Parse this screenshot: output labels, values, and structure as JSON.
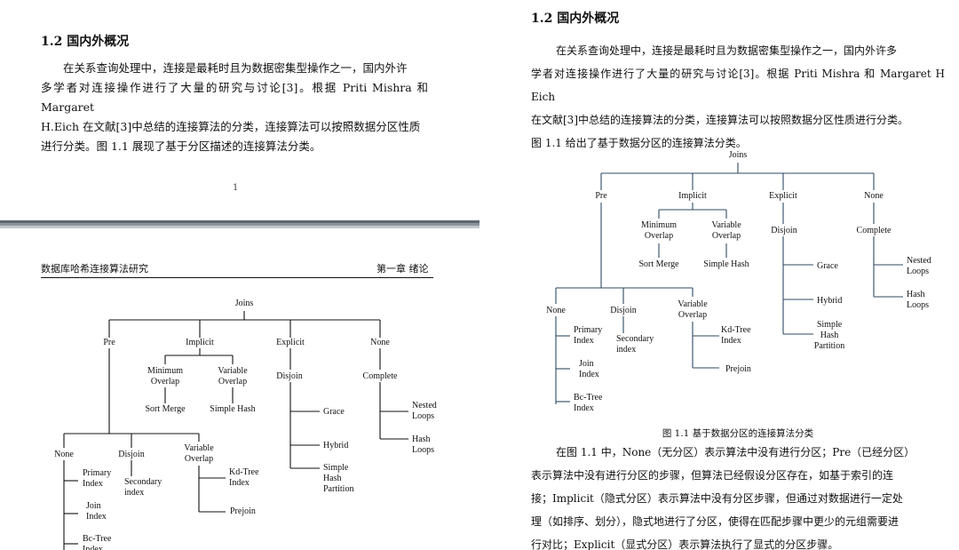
{
  "left": {
    "heading": "1.2  国内外概况",
    "para_lines": [
      "在关系查询处理中，连接是最耗时且为数据密集型操作之一，国内外许",
      "多学者对连接操作进行了大量的研究与讨论[3]。根据 Priti Mishra 和 Margaret",
      "H.Eich 在文献[3]中总结的连接算法的分类，连接算法可以按照数据分区性质",
      "进行分类。图 1.1 展现了基于分区描述的连接算法分类。"
    ],
    "page_number": "1",
    "running_head_left": "数据库哈希连接算法研究",
    "running_head_right": "第一章  绪论"
  },
  "right": {
    "heading": "1.2  国内外概况",
    "para_lines": [
      "在关系查询处理中，连接是最耗时且为数据密集型操作之一，国内外许多",
      "学者对连接操作进行了大量的研究与讨论[3]。根据 Priti Mishra 和 Margaret H Eich",
      "在文献[3]中总结的连接算法的分类，连接算法可以按照数据分区性质进行分类。",
      "图 1.1 给出了基于数据分区的连接算法分类。"
    ],
    "caption": "图 1.1  基于数据分区的连接算法分类",
    "para2_lines": [
      "在图 1.1 中，None（无分区）表示算法中没有进行分区；Pre（已经分区）",
      "表示算法中没有进行分区的步骤，但算法已经假设分区存在，如基于索引的连",
      "接；Implicit（隐式分区）表示算法中没有分区步骤，但通过对数据进行一定处",
      "理（如排序、划分），隐式地进行了分区，使得在匹配步骤中更少的元组需要进",
      "行对比；Explicit（显式分区）表示算法执行了显式的分区步骤。"
    ]
  },
  "tree": {
    "root": "Joins",
    "pre": "Pre",
    "implicit": "Implicit",
    "explicit": "Explicit",
    "none": "None",
    "minimum_overlap": [
      "Minimum",
      "Overlap"
    ],
    "variable_overlap": [
      "Variable",
      "Overlap"
    ],
    "sort_merge": "Sort Merge",
    "simple_hash": "Simple Hash",
    "disjoin": "Disjoin",
    "complete": "Complete",
    "grace": "Grace",
    "hybrid": "Hybrid",
    "simple_hash_partition": [
      "Simple",
      "Hash",
      "Partition"
    ],
    "nested_loops": [
      "Nested",
      "Loops"
    ],
    "hash_loops": [
      "Hash",
      "Loops"
    ],
    "pre_none": "None",
    "pre_disjoin": "Disjoin",
    "pre_variable_overlap": [
      "Variable",
      "Overlap"
    ],
    "primary_index": [
      "Primary",
      "Index"
    ],
    "join_index": [
      "Join",
      "Index"
    ],
    "bctree_index": [
      "Bc-Tree",
      "Index"
    ],
    "secondary_index": [
      "Secondary",
      "index"
    ],
    "kdtree_index": [
      "Kd-Tree",
      "Index"
    ],
    "prejoin": "Prejoin"
  },
  "colors": {
    "left_lines": "#111111",
    "right_lines": "#2f4a63",
    "citation": "#b00000"
  }
}
